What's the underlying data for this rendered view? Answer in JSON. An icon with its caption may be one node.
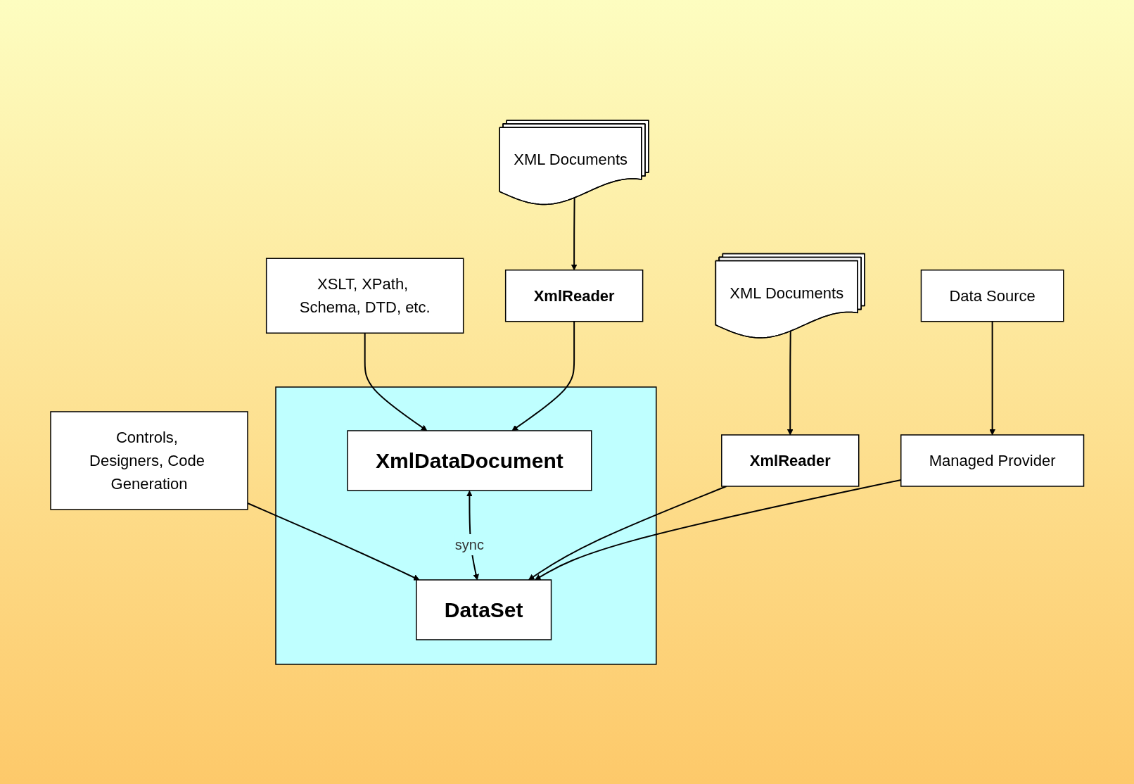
{
  "diagram": {
    "nodes": [
      {
        "text": [
          "XSLT, XPath, Schema, DTD, etc."
        ]
      },
      {
        "text": [
          "Controls, Designers, Code Generation"
        ]
      },
      {
        "text": [],
        "shape": "box"
      },
      {
        "text": [
          "XmlDataDocument"
        ],
        "in": 2
      },
      {
        "text": [
          "DataSet"
        ],
        "in": 2
      },
      {
        "text": [
          "XmlReader"
        ]
      },
      {
        "text": [
          "XmlReader"
        ]
      },
      {
        "text": [
          "Managed Provider"
        ]
      },
      {
        "text": [
          "XML Documents"
        ]
      },
      {
        "text": [
          "XML Documents"
        ]
      },
      {
        "text": [
          "Data Source"
        ]
      }
    ],
    "edges": [
      {
        "from": 0,
        "to": 3,
        "arrow": "to"
      },
      {
        "from": 1,
        "to": 4,
        "arrow": "to"
      },
      {
        "from": 3,
        "to": 4,
        "arrow": "both",
        "label": "sync"
      },
      {
        "from": 5,
        "to": 3,
        "arrow": "to"
      },
      {
        "from": 6,
        "to": 4,
        "arrow": "to"
      },
      {
        "from": 7,
        "to": 4,
        "arrow": "to"
      },
      {
        "from": 8,
        "to": 5,
        "arrow": "to"
      },
      {
        "from": 9,
        "to": 6,
        "arrow": "to"
      },
      {
        "from": 10,
        "to": 7,
        "arrow": "to"
      }
    ]
  }
}
